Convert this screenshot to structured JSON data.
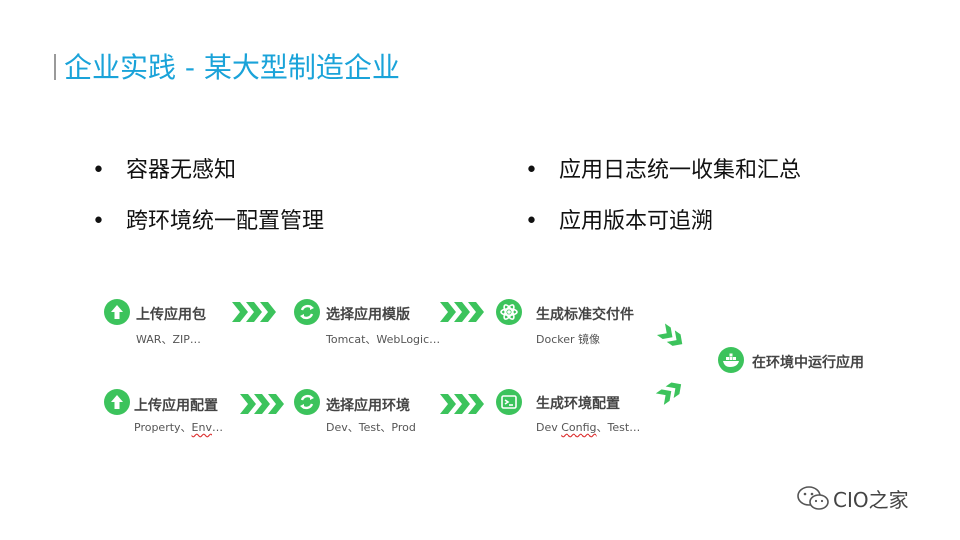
{
  "slide": {
    "title": "企业实践 - 某大型制造企业",
    "bullets_left": [
      "容器无感知",
      "跨环境统一配置管理"
    ],
    "bullets_right": [
      "应用日志统一收集和汇总",
      "应用版本可追溯"
    ],
    "bullet_glyph": "•"
  },
  "flow": {
    "upload_package": {
      "title": "上传应用包",
      "sub": "WAR、ZIP…",
      "icon": "upload-arrow-icon"
    },
    "select_template": {
      "title": "选择应用模版",
      "sub": "Tomcat、WebLogic…",
      "icon": "refresh-icon"
    },
    "generate_artifact": {
      "title": "生成标准交付件",
      "sub": "Docker 镜像",
      "icon": "atom-icon"
    },
    "upload_config": {
      "title": "上传应用配置",
      "sub_a": "Property、",
      "sub_b": "Env",
      "sub_c": "…",
      "icon": "upload-arrow-icon"
    },
    "select_env": {
      "title": "选择应用环境",
      "sub": "Dev、Test、Prod",
      "icon": "refresh-icon"
    },
    "generate_env_config": {
      "title": "生成环境配置",
      "sub_a": "Dev ",
      "sub_b": "Config",
      "sub_c": "、Test…",
      "icon": "terminal-icon"
    },
    "run_in_env": {
      "title": "在环境中运行应用",
      "icon": "docker-whale-icon"
    },
    "accent_color": "#3cc35c"
  },
  "watermark": {
    "brand": "CIO之家",
    "icon": "wechat-icon"
  }
}
